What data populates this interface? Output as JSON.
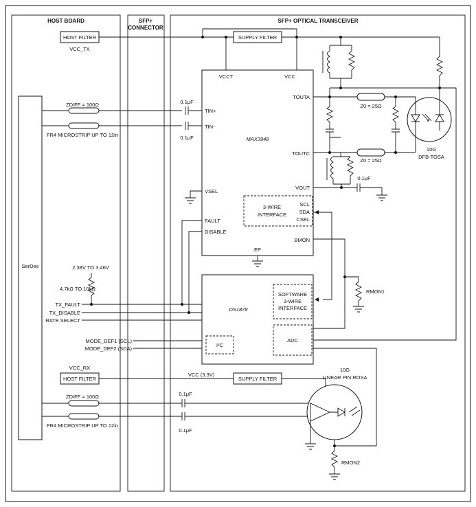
{
  "sections": {
    "host_board": "HOST BOARD",
    "sfp_connector_line1": "SFP+",
    "sfp_connector_line2": "CONNECTOR",
    "transceiver": "SFP+ OPTICAL TRANSCEIVER"
  },
  "host": {
    "host_filter_tx": "HOST FILTER",
    "vcc_tx": "VCC_TX",
    "serdes": "SerDes",
    "zdiff_top": "ZDIFF = 100Ω",
    "fr4_top": "FR4 MICROSTRIP UP TO 12in",
    "supply_range": "2.38V TO 3.46V",
    "pullup": "4.7kΩ TO 10kΩ",
    "tx_fault": "TX_FAULT",
    "tx_disable": "TX_DISABLE",
    "rate_select": "RATE SELECT",
    "mode_def1": "MODE_DEF1 (SCL)",
    "mode_def2": "MODE_DEF2 (SDA)",
    "vcc_rx": "VCC_RX",
    "host_filter_rx": "HOST FILTER",
    "zdiff_bottom": "ZDIFF = 100Ω",
    "fr4_bottom": "FR4 MICROSTRIP UP TO 12in"
  },
  "max3948": {
    "name": "MAX3948",
    "vcct": "VCCT",
    "vcc": "VCC",
    "tin_p": "TIN+",
    "tin_n": "TIN-",
    "vsel": "VSEL",
    "fault": "FAULT",
    "disable": "DISABLE",
    "touta": "TOUTA",
    "toutc": "TOUTC",
    "vout": "VOUT",
    "scl": "SCL",
    "sda": "SDA",
    "csel": "CSEL",
    "bmon": "BMON",
    "ep": "EP",
    "wire3_line1": "3-WIRE",
    "wire3_line2": "INTERFACE"
  },
  "ds1878": {
    "name": "DS1878",
    "sw_line1": "SOFTWARE",
    "sw_line2": "3-WIRE",
    "sw_line3": "INTERFACE",
    "adc": "ADC",
    "i2c": "I²C"
  },
  "transceiver": {
    "supply_filter_top": "SUPPLY FILTER",
    "supply_filter_bottom": "SUPPLY FILTER",
    "vcc_33": "VCC (3.3V)",
    "cap_tin_p": "0.1μF",
    "cap_tin_n": "0.1μF",
    "cap_vout": "0.1μF",
    "cap_rx_top": "0.1μF",
    "cap_rx_bottom": "0.1μF",
    "z0_top": "Z0 = 25Ω",
    "z0_bottom": "Z0 = 25Ω",
    "tosa_line1": "10G",
    "tosa_line2": "DFB-TOSA",
    "rosa_line1": "10G",
    "rosa_line2": "LINEAR PIN ROSA",
    "rmon1": "RMON1",
    "rmon2": "RMON2"
  }
}
